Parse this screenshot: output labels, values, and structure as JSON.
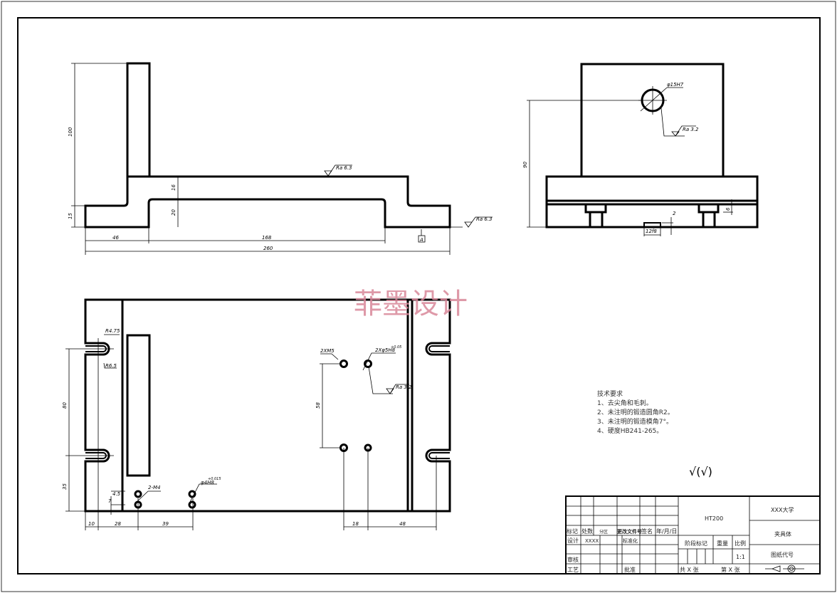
{
  "front_view": {
    "dims": {
      "height_total": "100",
      "foot_height": "15",
      "plate_thickness": "16",
      "gap_height": "20",
      "left_width": "46",
      "gap_width": "168",
      "overall_length": "260"
    },
    "roughness_top": "Ra 6.3",
    "roughness_bottom": "Ra 6.3",
    "datum": "A"
  },
  "side_view": {
    "dims": {
      "hole_height": "90",
      "step": "2",
      "pin_height": "6",
      "key_width": "12f8"
    },
    "hole_label": "φ15H7",
    "roughness": "Ra 3.2"
  },
  "plan_view": {
    "dims": {
      "slot_spacing": "80",
      "slot_offset": "35",
      "edge": "10",
      "d28": "28",
      "d39": "39",
      "d18": "18",
      "d48": "48",
      "d58": "58",
      "d4_5": "4.5",
      "d7": "7"
    },
    "labels": {
      "r_outer": "R4.75",
      "r_inner": "R6.5",
      "thread_m4": "2-M4",
      "pin_hole": "φ4H8",
      "pin_hole_tol": "+0.015",
      "thread_m5": "2XM5",
      "hole_5": "2Xφ5H8",
      "hole_5_tol": "+0.05",
      "roughness": "Ra 3.2"
    }
  },
  "watermark": "菲墨设计",
  "tech_requirements": {
    "title": "技术要求",
    "items": [
      "1、去尖角和毛刺。",
      "2、未注明的锻造圆角R2。",
      "3、未注明的锻造模角7°。",
      "4、硬度HB241-265。"
    ]
  },
  "roughness_symbol": "√(√)",
  "title_block": {
    "header_labels": [
      "标记",
      "处数",
      "分区",
      "更改文件号",
      "签名",
      "年/月/日"
    ],
    "design_label": "设计",
    "designer": "XXXX",
    "standardization": "标准化",
    "review": "审核",
    "process": "工艺",
    "approve": "批准",
    "material": "HT200",
    "stage_mark": "阶段标记",
    "weight": "重量",
    "scale_label": "比例",
    "scale": "1:1",
    "total_sheets": "共 X 张",
    "sheet_no": "第 X 张",
    "school": "XXX大学",
    "part_name": "夹具体",
    "drawing_no": "图纸代号"
  }
}
